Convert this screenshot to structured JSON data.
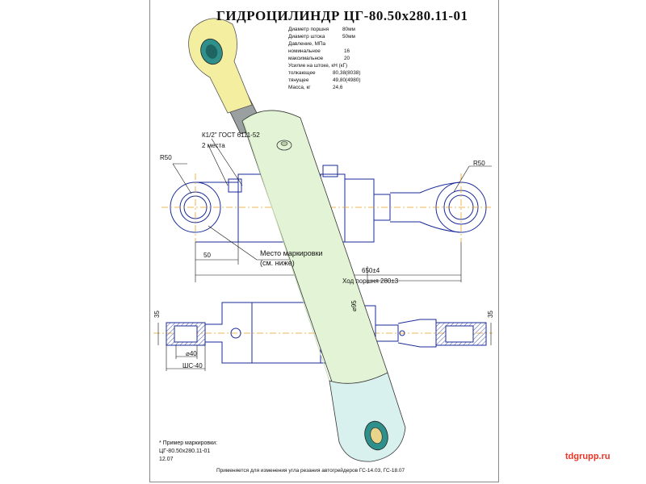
{
  "title": "ГИДРОЦИЛИНДР  ЦГ-80.50х280.11-01",
  "specs": [
    {
      "label": "Диаметр поршня",
      "value": "80мм"
    },
    {
      "label": "Диаметр штока",
      "value": "50мм"
    },
    {
      "label": "Давление, МПа",
      "value": ""
    },
    {
      "label": "номинальное",
      "value": "16"
    },
    {
      "label": "максимальное",
      "value": "20"
    },
    {
      "label": "Усилие на штоке, кН (кГ)",
      "value": ""
    },
    {
      "label": "толкающее",
      "value": "80,38(8038)"
    },
    {
      "label": "тянущее",
      "value": "49,80(4980)"
    },
    {
      "label": "Масса, кг",
      "value": "24,6"
    }
  ],
  "callouts": {
    "port": "К1/2\" ГОСТ 6111-52",
    "port_count": "2 места",
    "radius_left": "R50",
    "radius_right": "R50",
    "marking_place": "Место маркировки",
    "marking_ref": "(см. ниже)"
  },
  "dimensions": {
    "d50": "50",
    "length": "650±4",
    "stroke": "Ход поршня 280±3",
    "phi95": "⌀95",
    "phi40": "⌀40",
    "ball": "ШС-40",
    "w35_left": "35",
    "w35_right": "35"
  },
  "marking_example": {
    "heading": "* Пример маркировки:",
    "code": "ЦГ-80.50х280.11-01",
    "date": "12.07"
  },
  "footer": "Применяется для изменения угла резания автогрейдеров ГС-14.03, ГС-18.07",
  "brand": "tdgrupp.ru",
  "colors": {
    "cylinder": "#e3f3d5",
    "cap": "#d8f1ee",
    "rod_eye": "#f3eea0",
    "bushing": "#2f8f8a",
    "linework": "#1a2a99",
    "centerline": "#e8a020",
    "brand": "#ee3322"
  }
}
